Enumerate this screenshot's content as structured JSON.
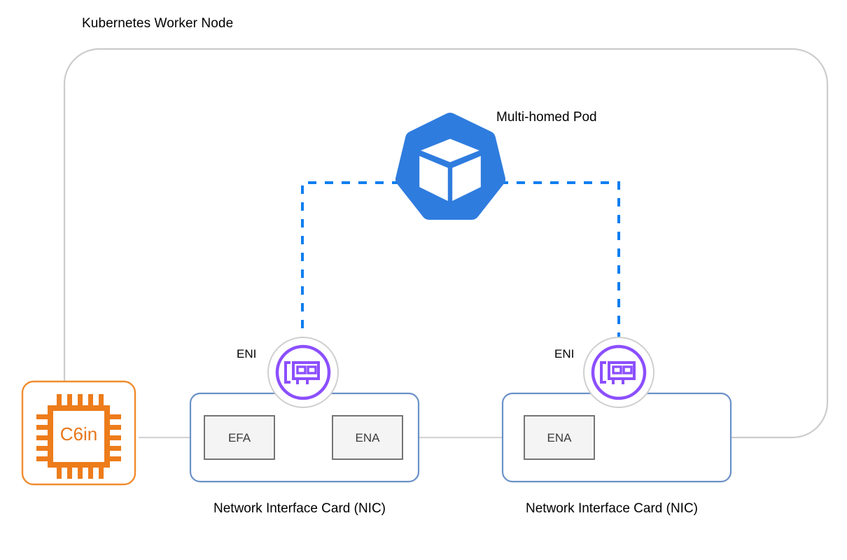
{
  "diagram": {
    "title": "Kubernetes Worker Node",
    "type": "architecture-diagram",
    "background": "#ffffff"
  },
  "node_boundary": {
    "label": "Kubernetes Worker Node",
    "stroke": "#cccccc"
  },
  "pod": {
    "label": "Multi-homed Pod",
    "icon": "kubernetes-pod-icon",
    "color": "#2f7cdf"
  },
  "connections": {
    "pod_to_eni_style": "dashed",
    "pod_to_eni_color": "#0d7ef0",
    "hardware_link_color": "#d4d4d4"
  },
  "enis": [
    {
      "label": "ENI",
      "icon": "network-interface-card-icon",
      "color": "#8c4fff",
      "ring": "#cfcfcf"
    },
    {
      "label": "ENI",
      "icon": "network-interface-card-icon",
      "color": "#8c4fff",
      "ring": "#cfcfcf"
    }
  ],
  "nics": [
    {
      "label": "Network Interface Card (NIC)",
      "stroke": "#6a91c8",
      "adapters": [
        {
          "label": "EFA"
        },
        {
          "label": "ENA"
        }
      ]
    },
    {
      "label": "Network Interface Card (NIC)",
      "stroke": "#6a91c8",
      "adapters": [
        {
          "label": "ENA"
        }
      ]
    }
  ],
  "instance": {
    "label": "C6in",
    "icon": "cpu-chip-icon",
    "color": "#ed7c1b",
    "box_stroke": "#f08c2e"
  },
  "adapter_box_style": {
    "fill": "#f4f4f4",
    "stroke": "#757575"
  }
}
